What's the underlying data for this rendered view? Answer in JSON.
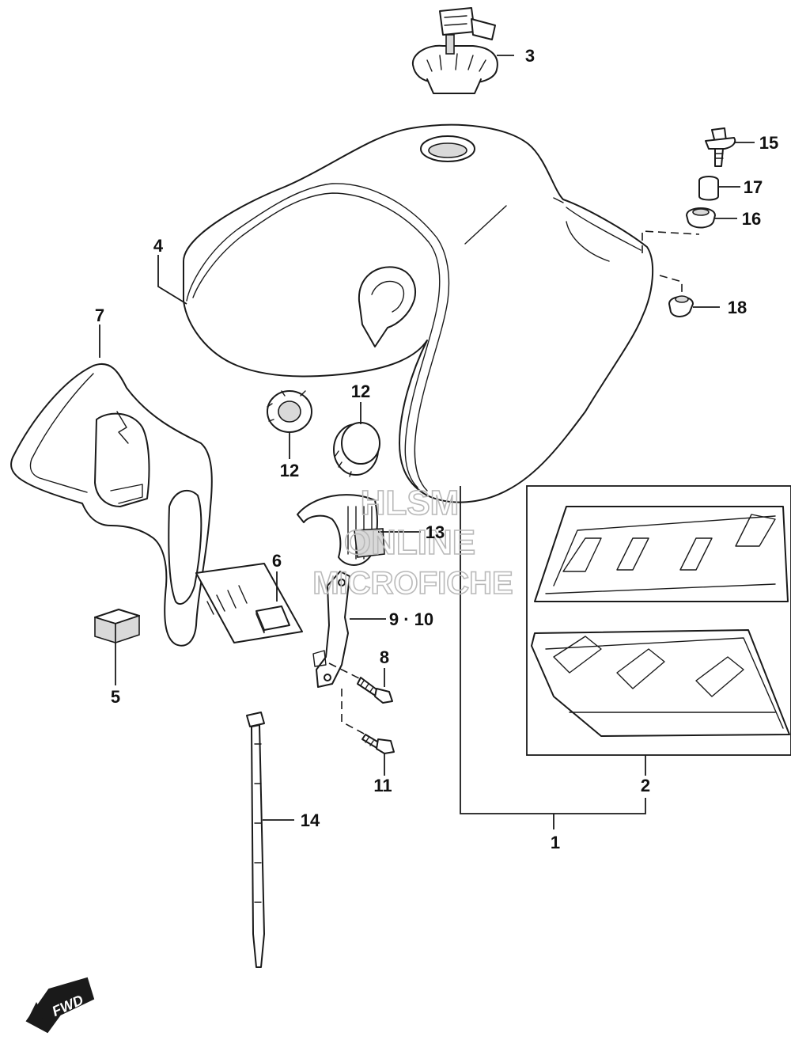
{
  "callouts": {
    "c1": "1",
    "c2": "2",
    "c3": "3",
    "c4": "4",
    "c5": "5",
    "c6": "6",
    "c7": "7",
    "c8": "8",
    "c9_10": "9 · 10",
    "c11": "11",
    "c12a": "12",
    "c12b": "12",
    "c13": "13",
    "c14": "14",
    "c15": "15",
    "c16": "16",
    "c17": "17",
    "c18": "18"
  },
  "watermark": {
    "line1": "HLSM",
    "line2": "ONLINE",
    "line3": "MICROFICHE"
  },
  "fwd_badge": "FWD",
  "icons": {
    "fwd": "fwd-arrow-icon"
  },
  "colors": {
    "line": "#1a1a1a",
    "watermark": "#b9b9b9"
  }
}
